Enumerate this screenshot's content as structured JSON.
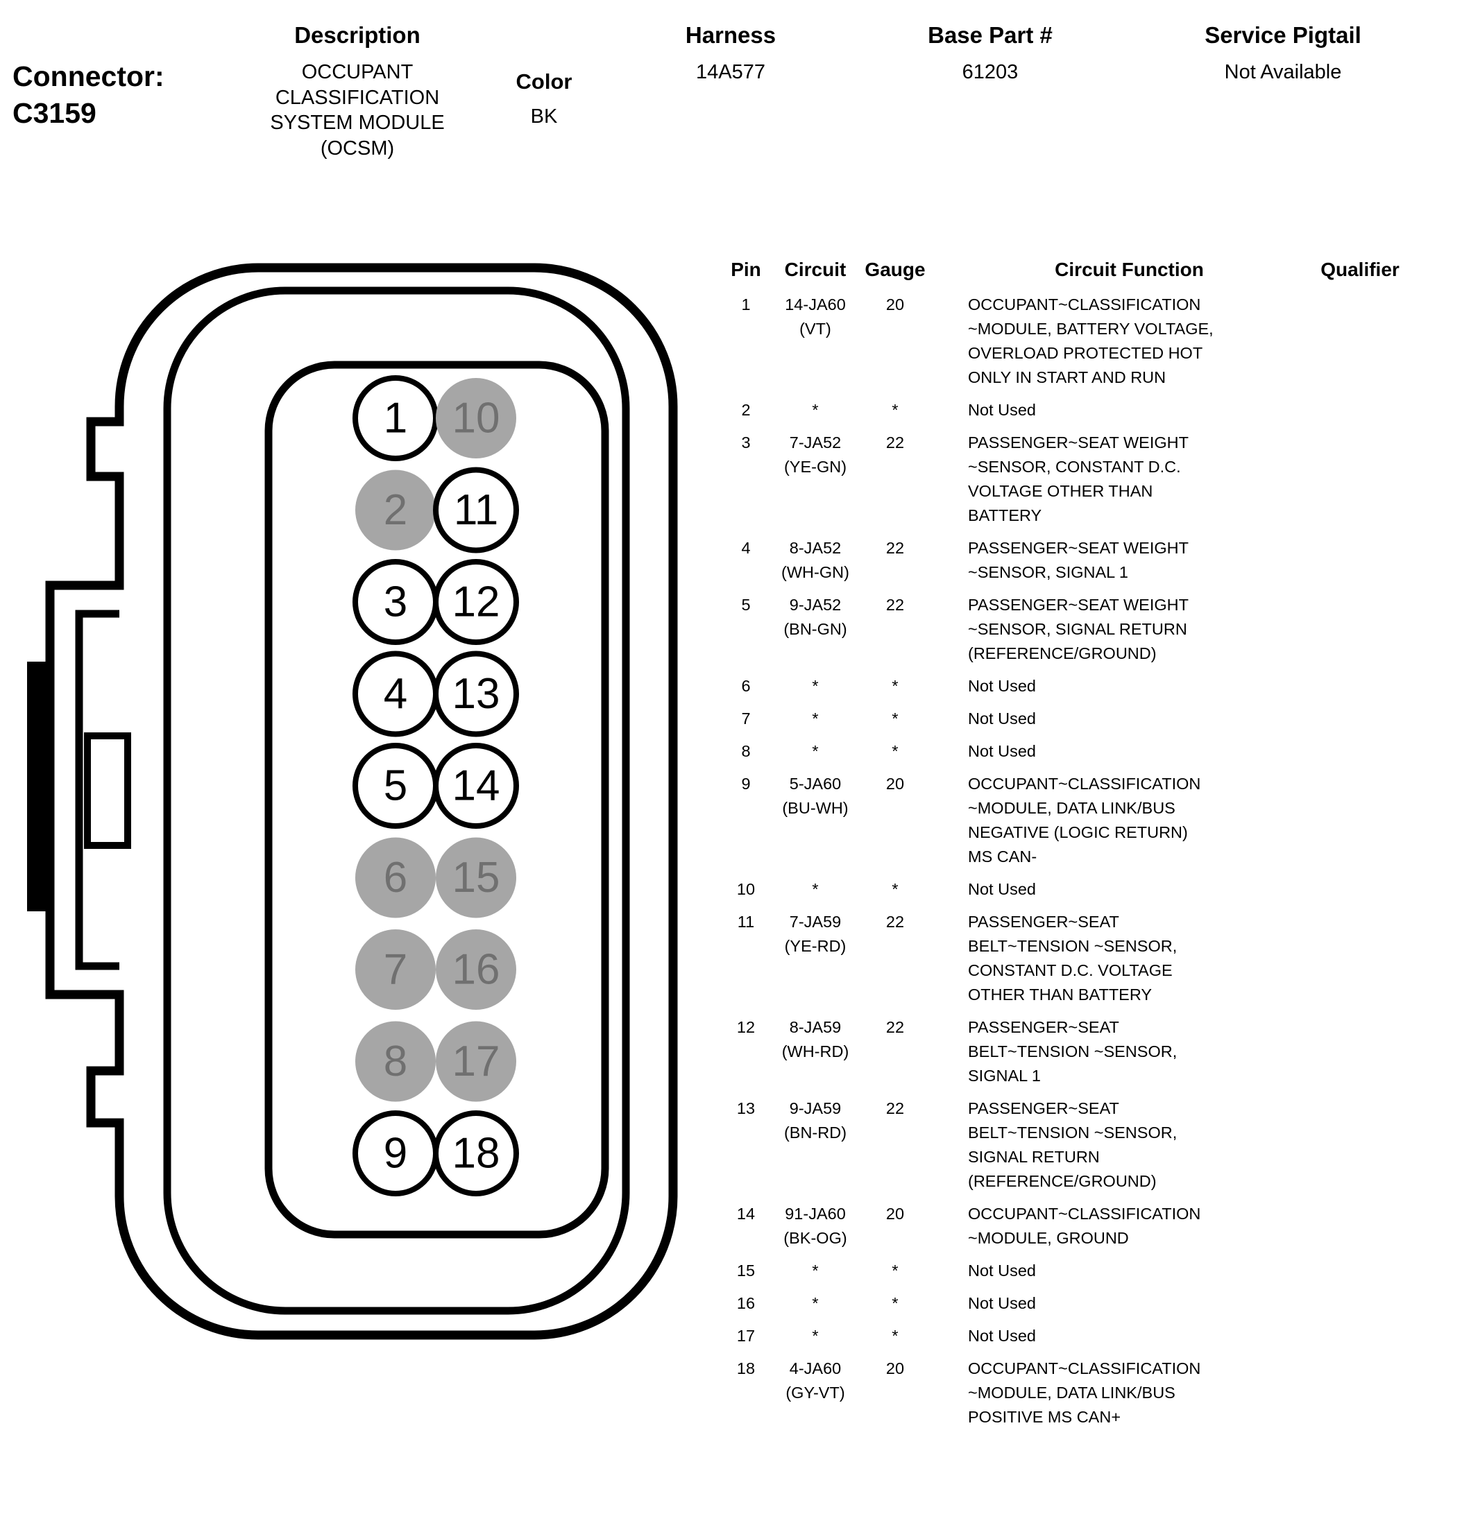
{
  "header": {
    "connector_label": "Connector:",
    "connector_id": "C3159",
    "description_label": "Description",
    "description_value": "OCCUPANT CLASSIFICATION SYSTEM MODULE (OCSM)",
    "color_label": "Color",
    "color_value": "BK",
    "harness_label": "Harness",
    "harness_value": "14A577",
    "base_part_label": "Base Part #",
    "base_part_value": "61203",
    "service_pigtail_label": "Service Pigtail",
    "service_pigtail_value": "Not Available"
  },
  "connector": {
    "pins": [
      {
        "n": "1",
        "used": true
      },
      {
        "n": "2",
        "used": false
      },
      {
        "n": "3",
        "used": true
      },
      {
        "n": "4",
        "used": true
      },
      {
        "n": "5",
        "used": true
      },
      {
        "n": "6",
        "used": false
      },
      {
        "n": "7",
        "used": false
      },
      {
        "n": "8",
        "used": false
      },
      {
        "n": "9",
        "used": true
      },
      {
        "n": "10",
        "used": false
      },
      {
        "n": "11",
        "used": true
      },
      {
        "n": "12",
        "used": true
      },
      {
        "n": "13",
        "used": true
      },
      {
        "n": "14",
        "used": true
      },
      {
        "n": "15",
        "used": false
      },
      {
        "n": "16",
        "used": false
      },
      {
        "n": "17",
        "used": false
      },
      {
        "n": "18",
        "used": true
      }
    ],
    "colors": {
      "outline": "#000000",
      "used_fill": "#ffffff",
      "unused_fill": "#a6a6a6",
      "unused_text": "#707070"
    }
  },
  "table": {
    "headers": {
      "pin": "Pin",
      "circuit": "Circuit",
      "gauge": "Gauge",
      "function": "Circuit Function",
      "qualifier": "Qualifier"
    },
    "rows": [
      {
        "pin": "1",
        "circuit": "14-JA60",
        "color": "(VT)",
        "gauge": "20",
        "function": "OCCUPANT~CLASSIFICATION ~MODULE, BATTERY VOLTAGE, OVERLOAD PROTECTED HOT ONLY IN START AND RUN",
        "qualifier": ""
      },
      {
        "pin": "2",
        "circuit": "*",
        "color": "",
        "gauge": "*",
        "function": "Not Used",
        "qualifier": ""
      },
      {
        "pin": "3",
        "circuit": "7-JA52",
        "color": "(YE-GN)",
        "gauge": "22",
        "function": "PASSENGER~SEAT WEIGHT ~SENSOR, CONSTANT D.C. VOLTAGE OTHER THAN BATTERY",
        "qualifier": ""
      },
      {
        "pin": "4",
        "circuit": "8-JA52",
        "color": "(WH-GN)",
        "gauge": "22",
        "function": "PASSENGER~SEAT WEIGHT ~SENSOR, SIGNAL 1",
        "qualifier": ""
      },
      {
        "pin": "5",
        "circuit": "9-JA52",
        "color": "(BN-GN)",
        "gauge": "22",
        "function": "PASSENGER~SEAT WEIGHT ~SENSOR, SIGNAL RETURN (REFERENCE/GROUND)",
        "qualifier": ""
      },
      {
        "pin": "6",
        "circuit": "*",
        "color": "",
        "gauge": "*",
        "function": "Not Used",
        "qualifier": ""
      },
      {
        "pin": "7",
        "circuit": "*",
        "color": "",
        "gauge": "*",
        "function": "Not Used",
        "qualifier": ""
      },
      {
        "pin": "8",
        "circuit": "*",
        "color": "",
        "gauge": "*",
        "function": "Not Used",
        "qualifier": ""
      },
      {
        "pin": "9",
        "circuit": "5-JA60",
        "color": "(BU-WH)",
        "gauge": "20",
        "function": "OCCUPANT~CLASSIFICATION ~MODULE, DATA LINK/BUS NEGATIVE (LOGIC RETURN) MS CAN-",
        "qualifier": ""
      },
      {
        "pin": "10",
        "circuit": "*",
        "color": "",
        "gauge": "*",
        "function": "Not Used",
        "qualifier": ""
      },
      {
        "pin": "11",
        "circuit": "7-JA59",
        "color": "(YE-RD)",
        "gauge": "22",
        "function": "PASSENGER~SEAT BELT~TENSION ~SENSOR, CONSTANT D.C. VOLTAGE OTHER THAN BATTERY",
        "qualifier": ""
      },
      {
        "pin": "12",
        "circuit": "8-JA59",
        "color": "(WH-RD)",
        "gauge": "22",
        "function": "PASSENGER~SEAT BELT~TENSION ~SENSOR, SIGNAL 1",
        "qualifier": ""
      },
      {
        "pin": "13",
        "circuit": "9-JA59",
        "color": "(BN-RD)",
        "gauge": "22",
        "function": "PASSENGER~SEAT BELT~TENSION ~SENSOR, SIGNAL RETURN (REFERENCE/GROUND)",
        "qualifier": ""
      },
      {
        "pin": "14",
        "circuit": "91-JA60",
        "color": "(BK-OG)",
        "gauge": "20",
        "function": "OCCUPANT~CLASSIFICATION ~MODULE, GROUND",
        "qualifier": ""
      },
      {
        "pin": "15",
        "circuit": "*",
        "color": "",
        "gauge": "*",
        "function": "Not Used",
        "qualifier": ""
      },
      {
        "pin": "16",
        "circuit": "*",
        "color": "",
        "gauge": "*",
        "function": "Not Used",
        "qualifier": ""
      },
      {
        "pin": "17",
        "circuit": "*",
        "color": "",
        "gauge": "*",
        "function": "Not Used",
        "qualifier": ""
      },
      {
        "pin": "18",
        "circuit": "4-JA60",
        "color": "(GY-VT)",
        "gauge": "20",
        "function": "OCCUPANT~CLASSIFICATION ~MODULE, DATA LINK/BUS POSITIVE MS CAN+",
        "qualifier": ""
      }
    ]
  }
}
